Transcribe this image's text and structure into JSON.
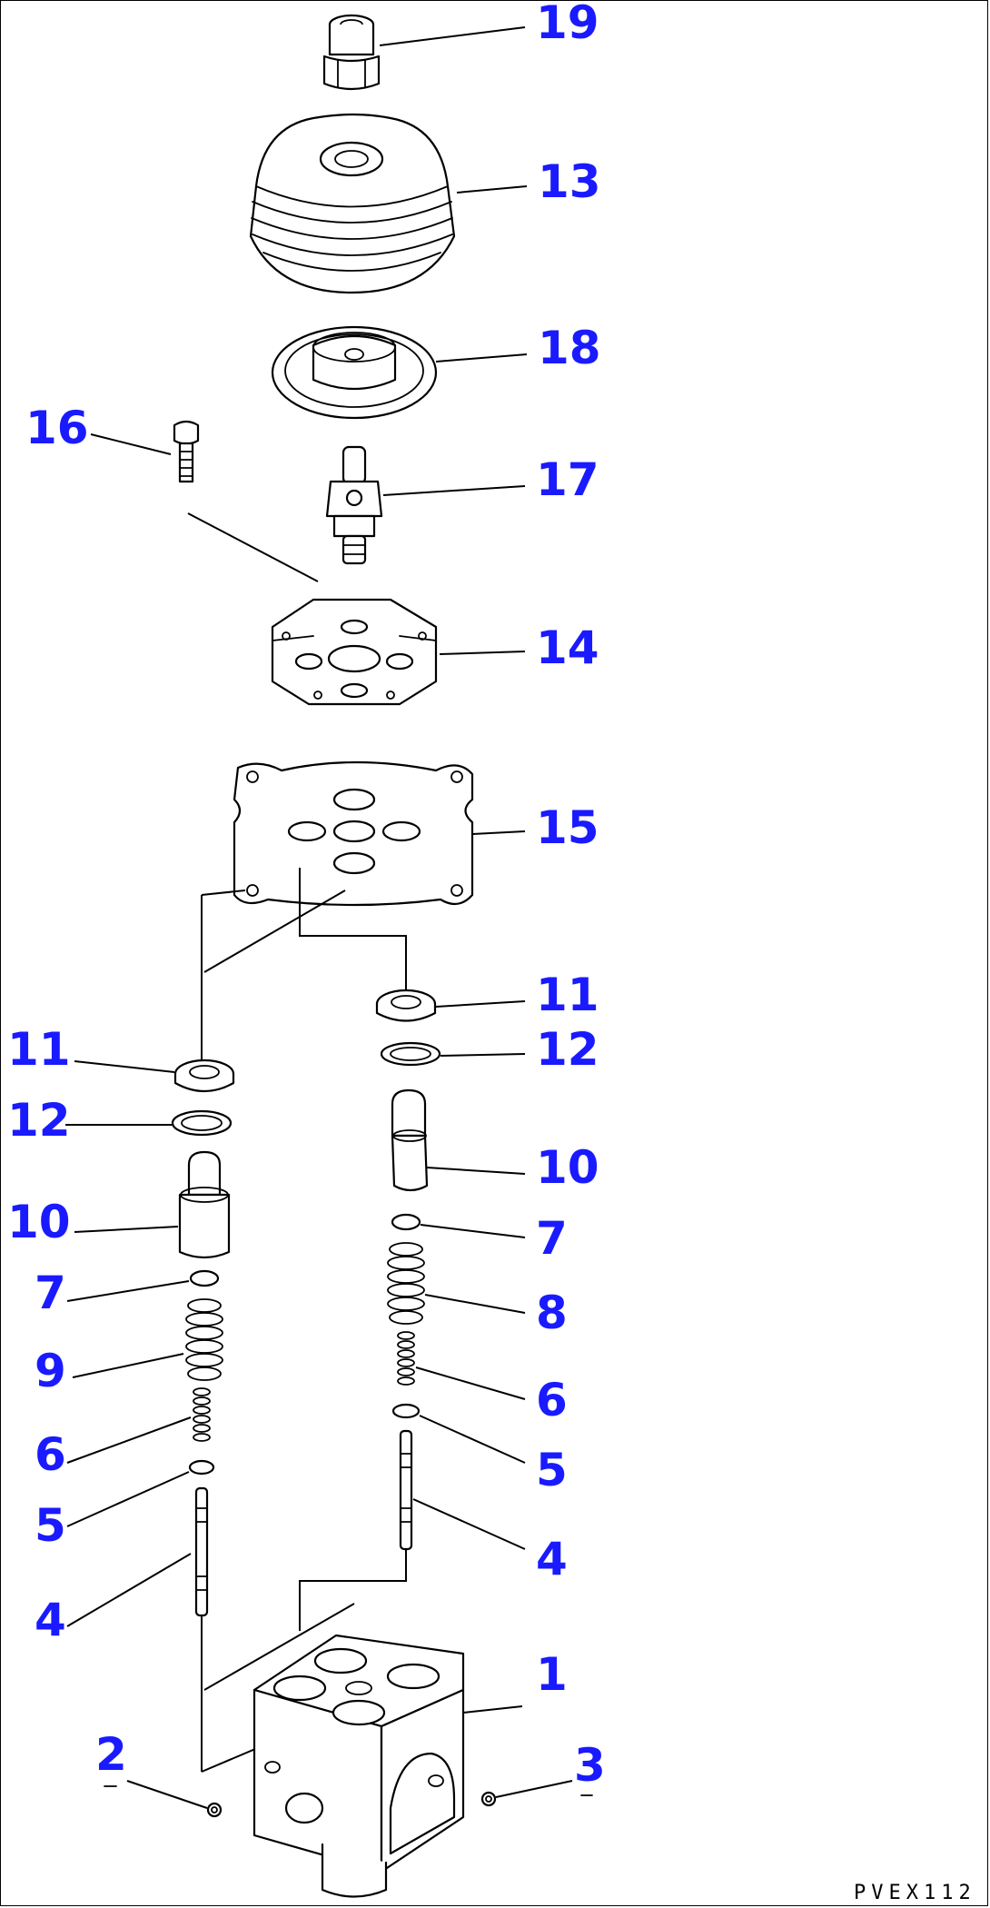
{
  "diagram": {
    "callouts": {
      "c19": "19",
      "c13": "13",
      "c18": "18",
      "c16": "16",
      "c17": "17",
      "c14": "14",
      "c15": "15",
      "c11r": "11",
      "c11l": "11",
      "c12r": "12",
      "c12l": "12",
      "c10r": "10",
      "c10l": "10",
      "c7r": "7",
      "c7l": "7",
      "c8": "8",
      "c9": "9",
      "c6r": "6",
      "c6l": "6",
      "c5r": "5",
      "c5l": "5",
      "c4r": "4",
      "c4l": "4",
      "c1": "1",
      "c2": "2",
      "c3": "3"
    },
    "drawing_code": "PVEX112",
    "callout_color": "#1a1aff"
  }
}
